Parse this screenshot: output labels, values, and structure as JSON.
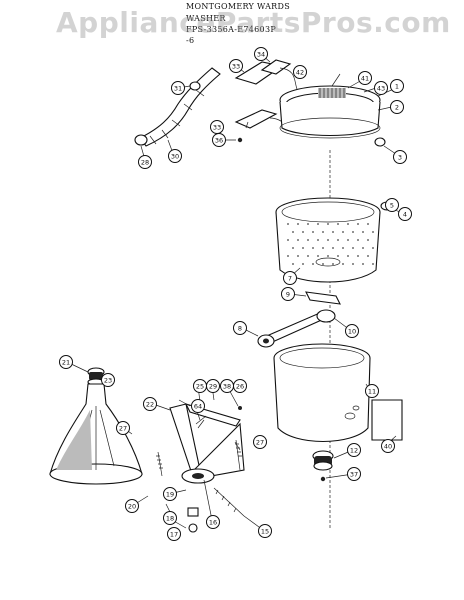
{
  "header": {
    "line1": "MONTGOMERY WARDS",
    "line2": "WASHER",
    "line3": "FPS-3356A-E74603P",
    "line4": "-6"
  },
  "watermark": "AppliancePartsPros.com",
  "callouts": [
    {
      "id": "c1",
      "label": "1"
    },
    {
      "id": "c2",
      "label": "2"
    },
    {
      "id": "c3",
      "label": "3"
    },
    {
      "id": "c4",
      "label": "4"
    },
    {
      "id": "c5",
      "label": "5"
    },
    {
      "id": "c7",
      "label": "7"
    },
    {
      "id": "c8",
      "label": "8"
    },
    {
      "id": "c9",
      "label": "9"
    },
    {
      "id": "c10",
      "label": "10"
    },
    {
      "id": "c11",
      "label": "11"
    },
    {
      "id": "c12",
      "label": "12"
    },
    {
      "id": "c15",
      "label": "15"
    },
    {
      "id": "c16",
      "label": "16"
    },
    {
      "id": "c17",
      "label": "17"
    },
    {
      "id": "c18",
      "label": "18"
    },
    {
      "id": "c19",
      "label": "19"
    },
    {
      "id": "c20",
      "label": "20"
    },
    {
      "id": "c21",
      "label": "21"
    },
    {
      "id": "c22",
      "label": "22"
    },
    {
      "id": "c23",
      "label": "23"
    },
    {
      "id": "c25",
      "label": "25"
    },
    {
      "id": "c26",
      "label": "26"
    },
    {
      "id": "c27a",
      "label": "27"
    },
    {
      "id": "c27b",
      "label": "27"
    },
    {
      "id": "c28",
      "label": "28"
    },
    {
      "id": "c29",
      "label": "29"
    },
    {
      "id": "c30",
      "label": "30"
    },
    {
      "id": "c31",
      "label": "31"
    },
    {
      "id": "c33a",
      "label": "33"
    },
    {
      "id": "c33b",
      "label": "33"
    },
    {
      "id": "c34",
      "label": "34"
    },
    {
      "id": "c36",
      "label": "36"
    },
    {
      "id": "c37",
      "label": "37"
    },
    {
      "id": "c38",
      "label": "38"
    },
    {
      "id": "c40",
      "label": "40"
    },
    {
      "id": "c41",
      "label": "41"
    },
    {
      "id": "c42",
      "label": "42"
    },
    {
      "id": "c43",
      "label": "43"
    },
    {
      "id": "c64",
      "label": "64"
    }
  ]
}
